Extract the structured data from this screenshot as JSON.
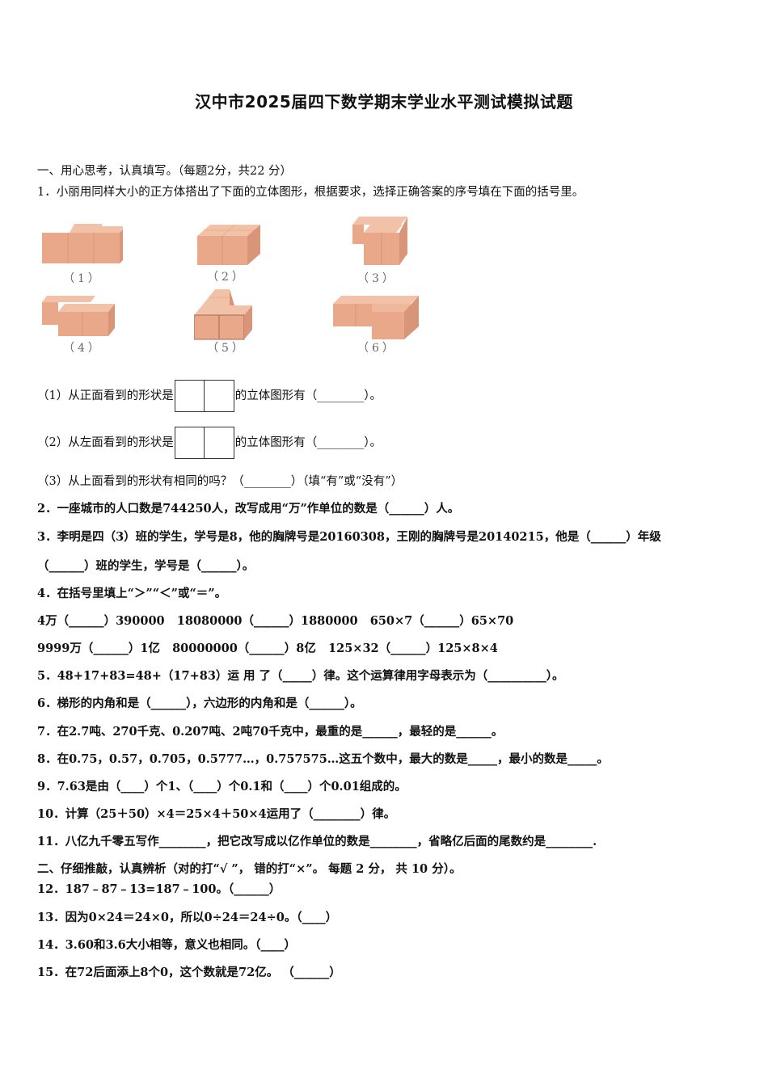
{
  "title": "汉中市2025届四下数学期末学业水平测试模拟试题",
  "section1": {
    "heading": "一、用心思考，认真填写。（每题2分，共22 分）",
    "q1": {
      "text": "1．小丽用同样大小的正方体搭出了下面的立体图形，根据要求，选择正确答案的序号填在下面的括号里。",
      "figures": [
        "（1）",
        "（2）",
        "（3）",
        "（4）",
        "（5）",
        "（6）"
      ],
      "sub1_prefix": "（1）从正面看到的形状是",
      "sub1_suffix": "的立体图形有（________）。",
      "sub2_prefix": "（2）从左面看到的形状是",
      "sub2_suffix": "的立体图形有（________）。",
      "sub3": "（3）从上面看到的形状有相同的吗？（________）（填“有”或“没有”）"
    },
    "q2": "2．一座城市的人口数是744250人，改写成用“万”作单位的数是（______）人。",
    "q3_line1": "3．李明是四（3）班的学生，学号是8，他的胸牌号是20160308，王刚的胸牌号是20140215，他是（______）年级",
    "q3_line2": "（______）班的学生，学号是（______）。",
    "q4": {
      "text": "4．在括号里填上“＞”“＜”或“＝”。",
      "row1": "4万（______）390000   18080000（______）1880000   650×7（______）65×70",
      "row2": "9999万（______）1亿   80000000（______）8亿   125×32（______）125×8×4"
    },
    "q5": "5．48+17+83=48+（17+83）运 用 了（_____）律。这个运算律用字母表示为（__________）。",
    "q6": "6．梯形的内角和是（______），六边形的内角和是（______）。",
    "q7": "7．在2.7吨、270千克、0.207吨、2吨70千克中，最重的是______，最轻的是______。",
    "q8": "8．在0.75，0.57，0.705，0.5777…，0.757575…这五个数中，最大的数是_____，最小的数是_____。",
    "q9": "9．7.63是由（____）个1、（____）个0.1和（____）个0.01组成的。",
    "q10": "10．计算（25＋50）×4＝25×4＋50×4运用了（________）律。",
    "q11": "11．八亿九千零五写作________，把它改写成以亿作单位的数是________，省略亿后面的尾数约是________."
  },
  "section2": {
    "heading": "二、仔细推敲，认真辨析（对的打“√ ”， 错的打“×”。 每题 2 分， 共 10 分）。",
    "q12": "12．187﹣87﹣13=187﹣100。（______）",
    "q13": "13．因为0×24＝24×0，所以0÷24＝24÷0。（____）",
    "q14": "14．3.60和3.6大小相等，意义也相同。（____）",
    "q15": "15．在72后面添上8个0，这个数就是72亿。 （______）"
  },
  "colors": {
    "cube_front": "#e8a889",
    "cube_top": "#f2c2a8",
    "cube_side": "#d9957a",
    "cube_edge": "#c98266"
  }
}
